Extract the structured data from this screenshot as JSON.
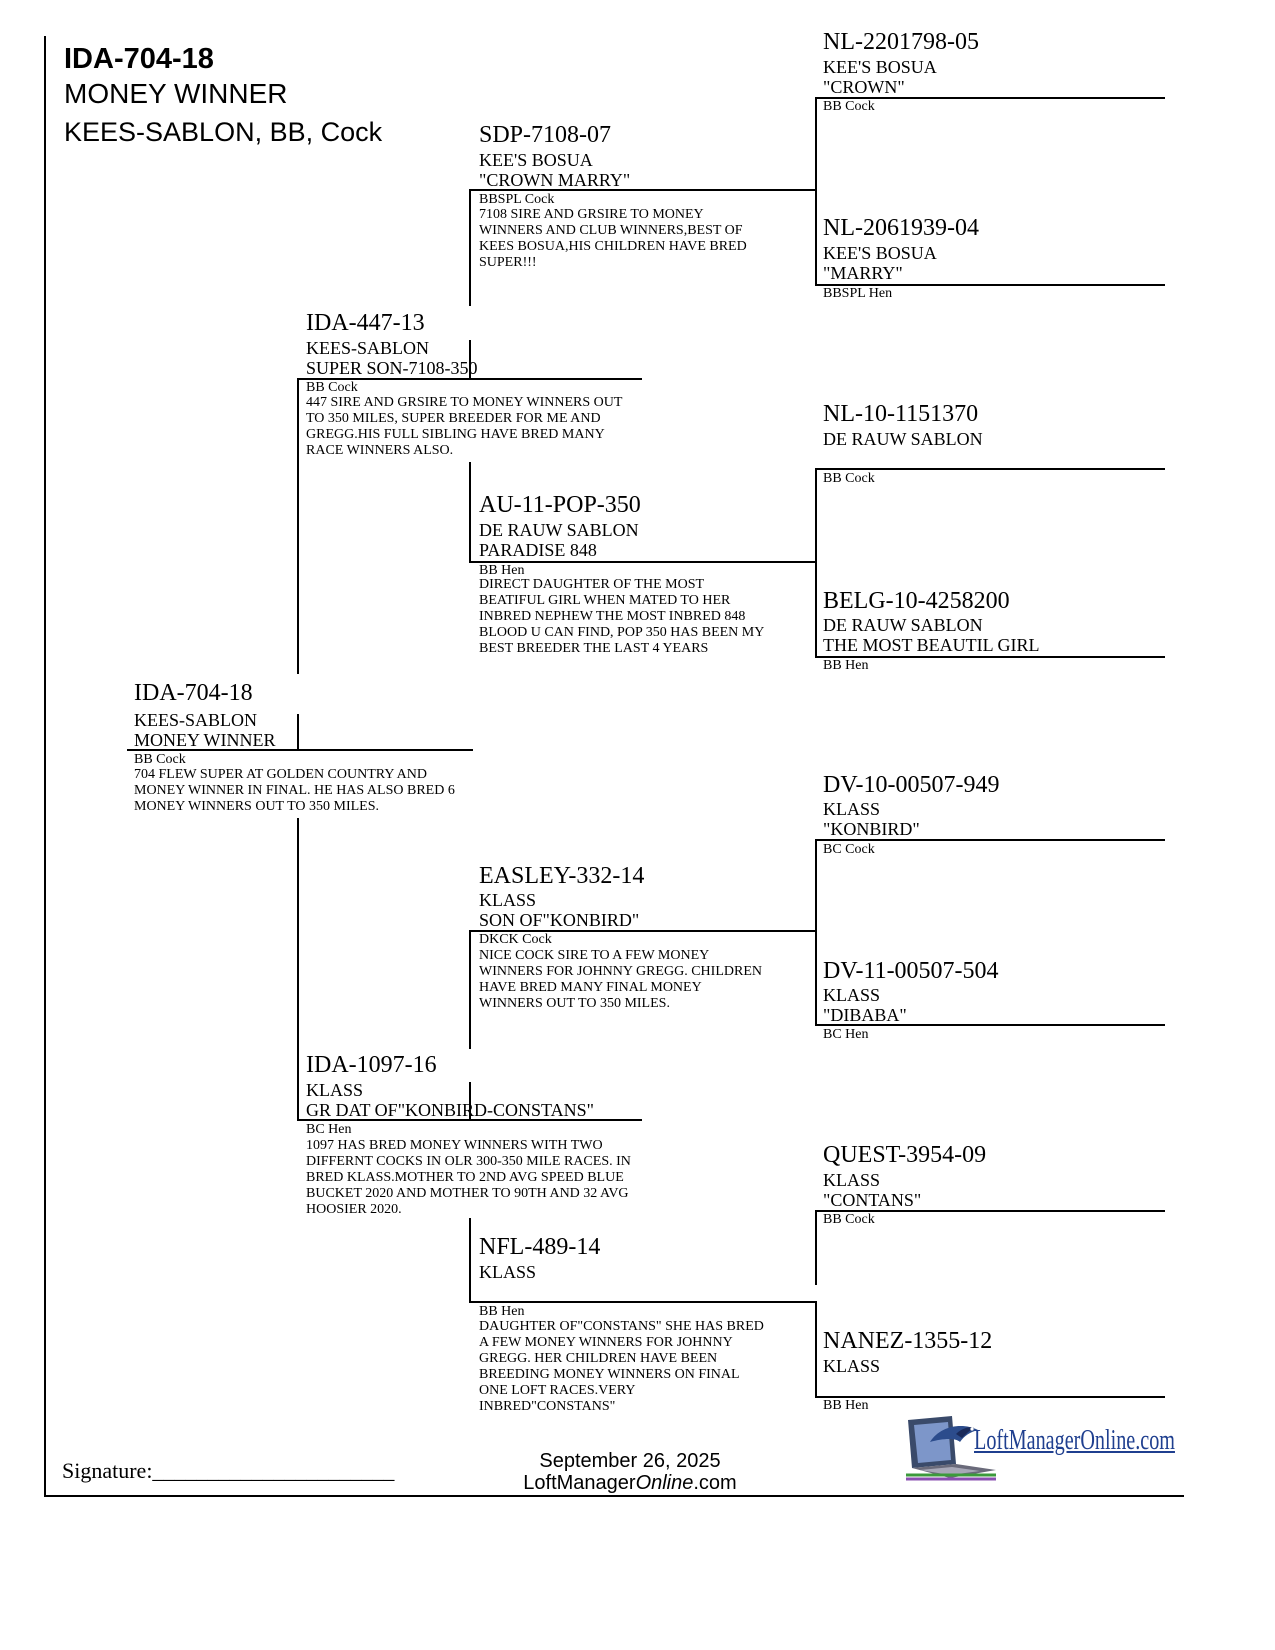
{
  "header": {
    "ring": "IDA-704-18",
    "name": "MONEY WINNER",
    "sub": "KEES-SABLON, BB, Cock"
  },
  "subject": {
    "ring": "IDA-704-18",
    "line1": "KEES-SABLON",
    "line2": "MONEY WINNER",
    "color": "BB Cock",
    "notes": "704 FLEW SUPER AT GOLDEN COUNTRY AND\nMONEY WINNER IN FINAL. HE HAS ALSO BRED 6\nMONEY WINNERS OUT TO 350 MILES."
  },
  "sire": {
    "ring": "IDA-447-13",
    "line1": "KEES-SABLON",
    "line2": "SUPER SON-7108-350",
    "color": "BB Cock",
    "notes": "447 SIRE AND GRSIRE TO MONEY WINNERS OUT\nTO 350 MILES, SUPER BREEDER FOR ME AND\nGREGG.HIS FULL SIBLING HAVE BRED MANY\nRACE WINNERS ALSO."
  },
  "dam": {
    "ring": "IDA-1097-16",
    "line1": "KLASS",
    "line2": "GR DAT OF\"KONBIRD-CONSTANS\"",
    "color": "BC Hen",
    "notes": "1097 HAS BRED MONEY WINNERS WITH TWO\nDIFFERNT COCKS IN OLR 300-350 MILE RACES. IN\nBRED KLASS.MOTHER TO 2ND AVG SPEED BLUE\nBUCKET 2020 AND MOTHER TO 90TH AND 32 AVG\nHOOSIER 2020."
  },
  "ss": {
    "ring": "SDP-7108-07",
    "line1": "KEE'S BOSUA",
    "line2": "\"CROWN MARRY\"",
    "color": "BBSPL Cock",
    "notes": "7108 SIRE AND GRSIRE TO MONEY\nWINNERS AND CLUB WINNERS,BEST OF\nKEES BOSUA,HIS CHILDREN HAVE BRED\nSUPER!!!"
  },
  "sd": {
    "ring": "AU-11-POP-350",
    "line1": "DE RAUW SABLON",
    "line2": "PARADISE 848",
    "color": "BB Hen",
    "notes": "DIRECT DAUGHTER OF THE MOST\nBEATIFUL GIRL WHEN MATED TO HER\nINBRED NEPHEW THE MOST INBRED 848\nBLOOD U CAN FIND, POP 350 HAS BEEN MY\nBEST BREEDER THE LAST 4 YEARS"
  },
  "ds": {
    "ring": "EASLEY-332-14",
    "line1": "KLASS",
    "line2": "SON OF\"KONBIRD\"",
    "color": "DKCK Cock",
    "notes": "NICE COCK SIRE TO A FEW MONEY\nWINNERS FOR JOHNNY GREGG. CHILDREN\nHAVE BRED MANY FINAL MONEY\nWINNERS OUT TO 350 MILES."
  },
  "dd": {
    "ring": "NFL-489-14",
    "line1": "KLASS",
    "line2": "",
    "color": "BB Hen",
    "notes": "DAUGHTER OF\"CONSTANS\" SHE HAS BRED\nA FEW MONEY WINNERS FOR JOHNNY\nGREGG. HER CHILDREN HAVE BEEN\nBREEDING MONEY WINNERS ON FINAL\nONE LOFT RACES.VERY\nINBRED\"CONSTANS\""
  },
  "g1": {
    "ring": "NL-2201798-05",
    "line1": "KEE'S BOSUA",
    "line2": "\"CROWN\"",
    "color": "BB Cock"
  },
  "g2": {
    "ring": "NL-2061939-04",
    "line1": "KEE'S BOSUA",
    "line2": "\"MARRY\"",
    "color": "BBSPL Hen"
  },
  "g3": {
    "ring": "NL-10-1151370",
    "line1": "DE RAUW SABLON",
    "line2": "",
    "color": "BB Cock"
  },
  "g4": {
    "ring": "BELG-10-4258200",
    "line1": "DE RAUW SABLON",
    "line2": "THE MOST BEAUTIL GIRL",
    "color": "BB Hen"
  },
  "g5": {
    "ring": "DV-10-00507-949",
    "line1": "KLASS",
    "line2": "\"KONBIRD\"",
    "color": "BC Cock"
  },
  "g6": {
    "ring": "DV-11-00507-504",
    "line1": "KLASS",
    "line2": "\"DIBABA\"",
    "color": "BC Hen"
  },
  "g7": {
    "ring": "QUEST-3954-09",
    "line1": "KLASS",
    "line2": "\"CONTANS\"",
    "color": "BB Cock"
  },
  "g8": {
    "ring": "NANEZ-1355-12",
    "line1": "KLASS",
    "line2": "",
    "color": "BB Hen"
  },
  "footer": {
    "signature": "Signature:______________________",
    "date": "September 26, 2025",
    "site_pre": "LoftManager",
    "site_it": "Online",
    "site_post": ".com",
    "logo_text": "LoftManagerOnline.com"
  },
  "colors": {
    "ink": "#000000",
    "logo_blue": "#1f3f8f",
    "logo_green": "#3c9a3c",
    "logo_purple": "#8a4fb0"
  }
}
